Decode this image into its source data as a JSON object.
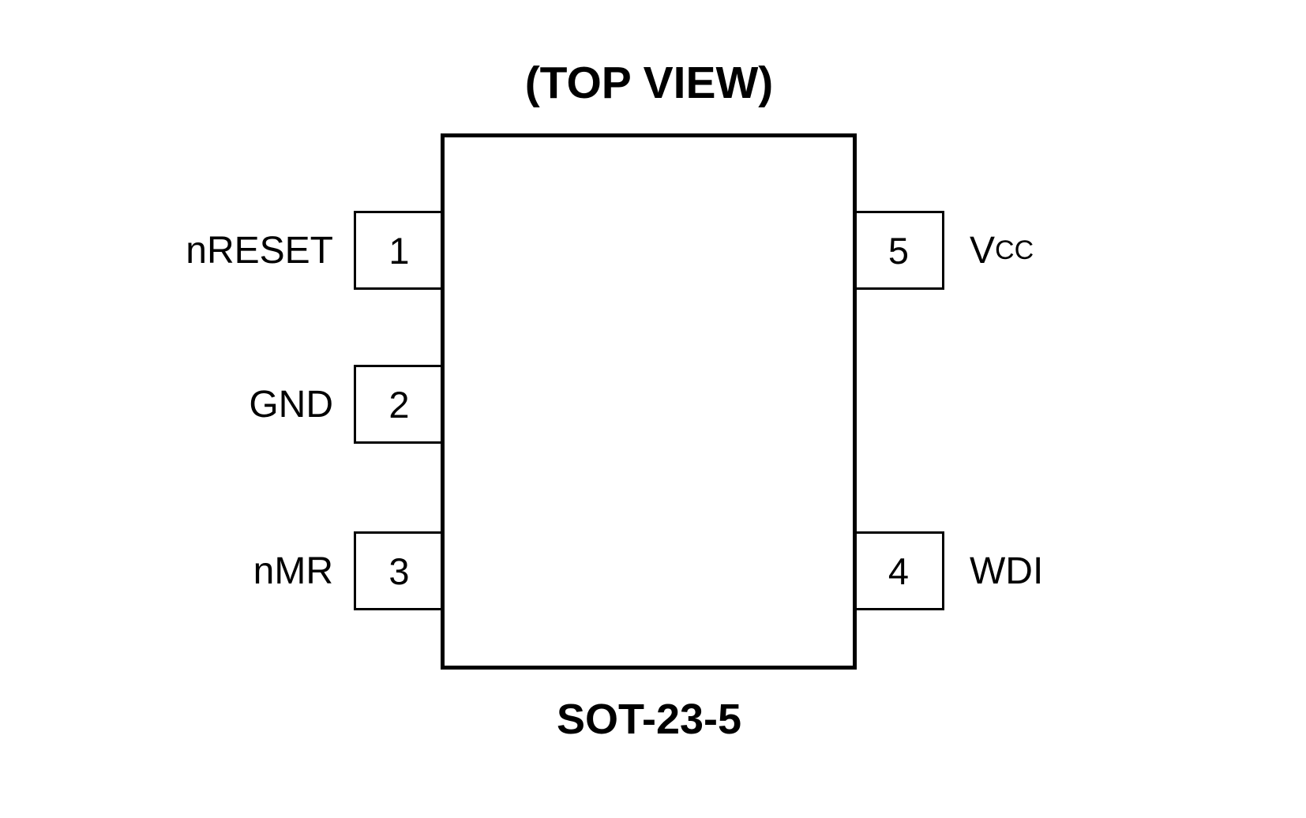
{
  "diagram": {
    "title": "(TOP VIEW)",
    "package_label": "SOT-23-5",
    "colors": {
      "line": "#000000",
      "background": "#ffffff"
    },
    "pins": [
      {
        "number": "1",
        "label": "nRESET",
        "side": "left",
        "position": "top"
      },
      {
        "number": "2",
        "label": "GND",
        "side": "left",
        "position": "middle"
      },
      {
        "number": "3",
        "label": "nMR",
        "side": "left",
        "position": "bottom"
      },
      {
        "number": "4",
        "label": "WDI",
        "side": "right",
        "position": "bottom"
      },
      {
        "number": "5",
        "label": "V",
        "label_sub": "CC",
        "side": "right",
        "position": "top"
      }
    ]
  }
}
